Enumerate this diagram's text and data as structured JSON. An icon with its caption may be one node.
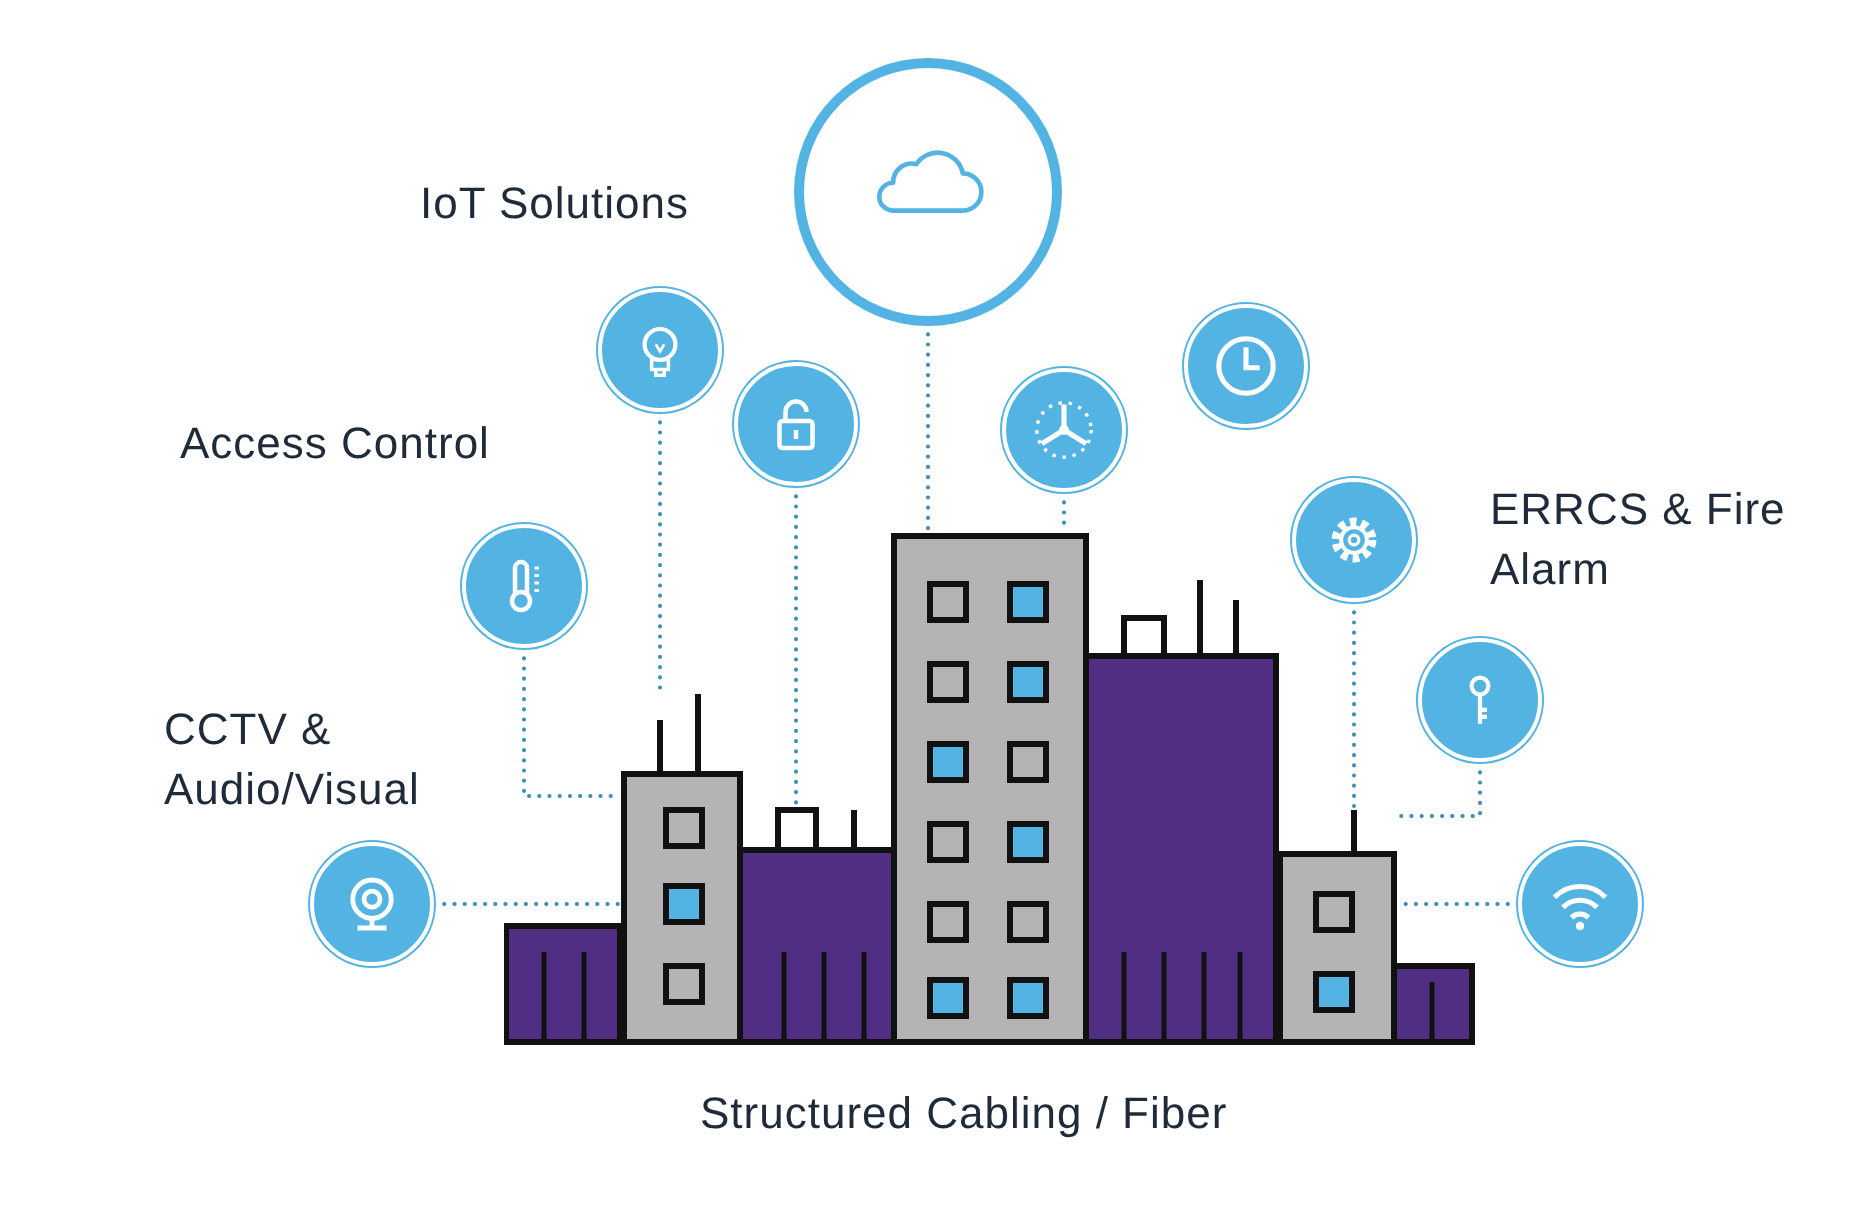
{
  "diagram": {
    "nodes": [
      {
        "text": [],
        "shape": "circle"
      },
      {
        "text": [],
        "shape": "circle"
      },
      {
        "text": [],
        "shape": "circle"
      },
      {
        "text": [],
        "shape": "circle"
      },
      {
        "text": [],
        "shape": "circle"
      },
      {
        "text": [],
        "shape": "circle"
      },
      {
        "text": [],
        "shape": "circle"
      },
      {
        "text": [],
        "shape": "circle"
      },
      {
        "text": [],
        "shape": "circle"
      },
      {
        "text": [],
        "shape": "circle"
      },
      {
        "text": [],
        "shape": "picture"
      },
      {
        "text": [],
        "shape": "picture"
      },
      {
        "text": [],
        "shape": "picture"
      },
      {
        "text": [],
        "shape": "picture"
      },
      {
        "text": [],
        "shape": "picture"
      },
      {
        "text": [],
        "shape": "picture"
      },
      {
        "text": [],
        "shape": "picture"
      }
    ],
    "edges": [
      {
        "from": 0,
        "to": 13,
        "arrow": "none",
        "style": "dashed"
      },
      {
        "from": 1,
        "to": 11,
        "arrow": "none",
        "style": "dashed"
      },
      {
        "from": 3,
        "to": 12,
        "arrow": "none",
        "style": "dashed"
      },
      {
        "from": 4,
        "to": 13,
        "arrow": "none",
        "style": "dashed"
      },
      {
        "from": 5,
        "to": 15,
        "arrow": "none",
        "style": "dashed"
      },
      {
        "from": 6,
        "to": 11,
        "arrow": "none",
        "style": "dashed"
      },
      {
        "from": 7,
        "to": 15,
        "arrow": "none",
        "style": "dashed"
      },
      {
        "from": 8,
        "to": 11,
        "arrow": "none",
        "style": "dashed"
      },
      {
        "from": 9,
        "to": 15,
        "arrow": "none",
        "style": "dashed"
      }
    ],
    "labels": [
      "IoT Solutions",
      "Access Control",
      "ERRCS & Fire Alarm",
      "CCTV & Audio/Visual",
      "Structured Cabling / Fiber"
    ]
  }
}
